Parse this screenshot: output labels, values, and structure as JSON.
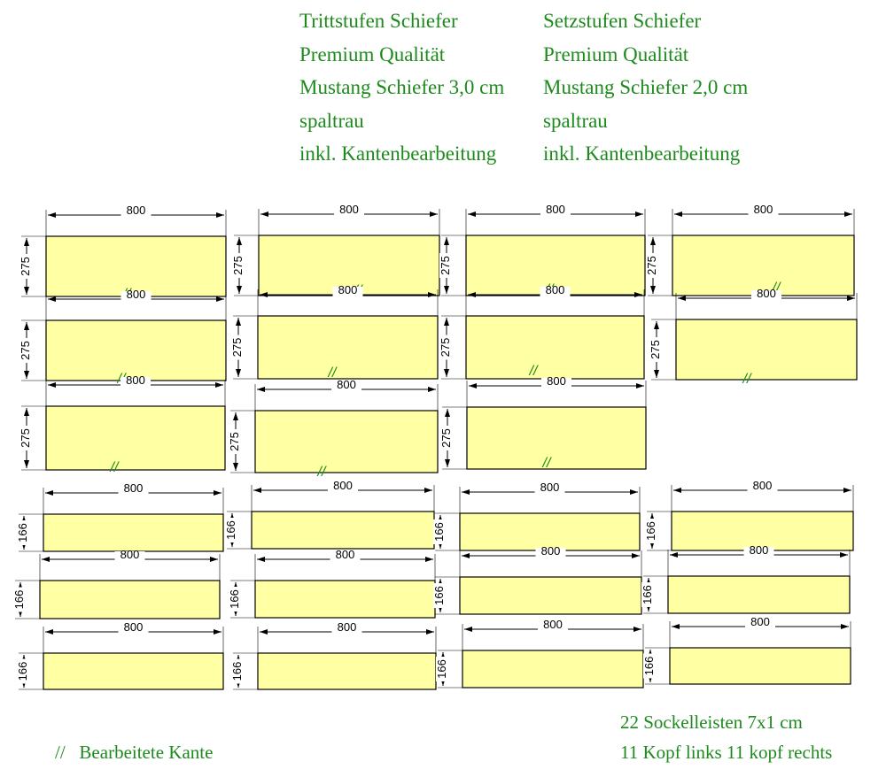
{
  "tritt": {
    "lines": [
      "Trittstufen Schiefer",
      "Premium Qualität",
      "Mustang Schiefer 3,0 cm",
      "spaltrau",
      "inkl. Kantenbearbeitung"
    ]
  },
  "setz": {
    "lines": [
      "Setzstufen Schiefer",
      "Premium Qualität",
      "Mustang Schiefer 2,0 cm",
      "spaltrau",
      "inkl. Kantenbearbeitung"
    ]
  },
  "panels": {
    "fill_color": "#ffffa3",
    "edge_mark": "//",
    "tritt_panels": [
      {
        "width": "800",
        "height": "275"
      },
      {
        "width": "800",
        "height": "275"
      },
      {
        "width": "800",
        "height": "275"
      },
      {
        "width": "800",
        "height": "275"
      },
      {
        "width": "800",
        "height": "275"
      },
      {
        "width": "800",
        "height": "275"
      },
      {
        "width": "800",
        "height": "275"
      },
      {
        "width": "800",
        "height": "275"
      },
      {
        "width": "800",
        "height": "275"
      },
      {
        "width": "800",
        "height": "275"
      },
      {
        "width": "800",
        "height": "275"
      }
    ],
    "setz_panels": [
      {
        "width": "800",
        "height": "166"
      },
      {
        "width": "800",
        "height": "166"
      },
      {
        "width": "800",
        "height": "166"
      },
      {
        "width": "800",
        "height": "166"
      },
      {
        "width": "800",
        "height": "166"
      },
      {
        "width": "800",
        "height": "166"
      },
      {
        "width": "800",
        "height": "166"
      },
      {
        "width": "800",
        "height": "166"
      },
      {
        "width": "800",
        "height": "166"
      },
      {
        "width": "800",
        "height": "166"
      },
      {
        "width": "800",
        "height": "166"
      },
      {
        "width": "800",
        "height": "166"
      }
    ]
  },
  "legend": {
    "symbol": "//",
    "label": "Bearbeitete Kante"
  },
  "sockel": {
    "line1": "22 Sockelleisten 7x1 cm",
    "line2": "11 Kopf links 11 kopf rechts"
  }
}
